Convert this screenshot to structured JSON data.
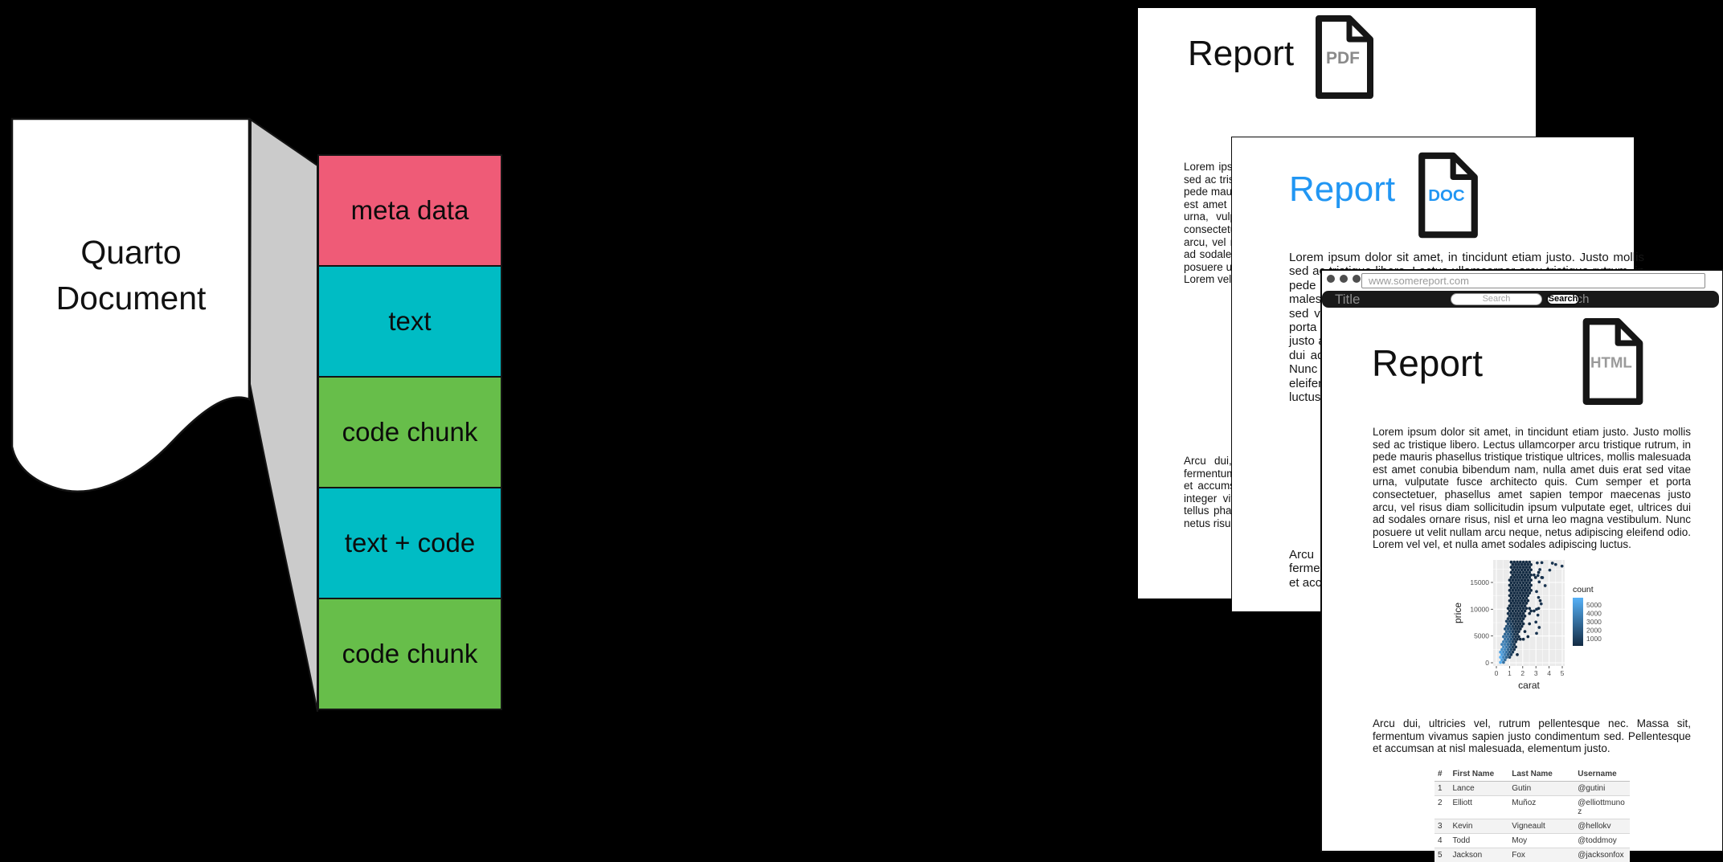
{
  "quarto": {
    "title_line1": "Quarto",
    "title_line2": "Document",
    "connector_color": "#cbcbcb",
    "blocks": [
      {
        "label": "meta data",
        "color": "#EF5B77"
      },
      {
        "label": "text",
        "color": "#00BCC4"
      },
      {
        "label": "code chunk",
        "color": "#67BE4A"
      },
      {
        "label": "text + code",
        "color": "#00BCC4"
      },
      {
        "label": "code chunk",
        "color": "#67BE4A"
      }
    ]
  },
  "pages": {
    "pdf": {
      "title": "Report",
      "badge": "PDF",
      "title_color": "#101010",
      "badge_color": "#8a8a8a"
    },
    "doc": {
      "title": "Report",
      "badge": "DOC",
      "title_color": "#2196F3",
      "badge_color": "#2196F3"
    },
    "html": {
      "title": "Report",
      "badge": "HTML",
      "title_color": "#101010",
      "badge_color": "#9a9a9a"
    }
  },
  "texts": {
    "lorem": "Lorem ipsum dolor sit amet, in tincidunt etiam justo. Justo mollis sed ac tristique libero. Lectus ullamcorper arcu tristique rutrum, in pede mauris phasellus tristique tristique ultrices, mollis malesuada est amet conubia bibendum nam, nulla amet duis erat sed vitae urna, vulputate fusce architecto quis. Cum semper et porta consectetuer, phasellus amet sapien tempor maecenas justo arcu, vel risus diam sollicitudin ipsum vulputate eget, ultrices dui ad sodales ornare risus, nisl et urna leo magna vestibulum. Nunc posuere ut velit nullam arcu neque, netus adipiscing eleifend odio. Lorem vel vel, et nulla amet sodales adipiscing luctus.",
    "arcu": "Arcu dui, ultricies vel, rutrum pellentesque nec. Massa sit, fermentum vivamus sapien justo condimentum sed. Pellentesque et accumsan at nisl malesuada, elementum justo.",
    "arcu_extended": "Arcu dui, ultricies vel, rutrum pellentesque nec. Massa sit, fermentum vivamus sapien justo condimentum sed. Pellentesque et accumsan at nisl malesuada, elementum justo. Feugiat nulla integer vitae donec, nec scelerisque ornare curabitur. Dapibus tellus phasellus amet, fermentum magna tincidunt sed, eget sed netus risus proin."
  },
  "browser": {
    "url": "www.somereport.com",
    "nav_title": "Title",
    "search_placeholder": "Search",
    "search_button_label": "Search",
    "search_ghost": "Search"
  },
  "table": {
    "headers": [
      "#",
      "First Name",
      "Last Name",
      "Username"
    ],
    "rows": [
      [
        "1",
        "Lance",
        "Gutin",
        "@gutini"
      ],
      [
        "2",
        "Elliott",
        "Muñoz",
        "@elliottmunoz"
      ],
      [
        "3",
        "Kevin",
        "Vigneault",
        "@hellokv"
      ],
      [
        "4",
        "Todd",
        "Moy",
        "@toddmoy"
      ],
      [
        "5",
        "Jackson",
        "Fox",
        "@jacksonfox"
      ]
    ]
  },
  "chart_data": {
    "type": "hexbin",
    "title": "",
    "xlabel": "carat",
    "ylabel": "price",
    "x_ticks": [
      0,
      1,
      2,
      3,
      4,
      5
    ],
    "y_ticks": [
      0,
      5000,
      10000,
      15000
    ],
    "xlim": [
      -0.25,
      5.2
    ],
    "ylim": [
      -600,
      19200
    ],
    "grid": true,
    "panel_color": "#EBEBEB",
    "legend": {
      "title": "count",
      "labels": [
        5000,
        4000,
        3000,
        2000,
        1000
      ],
      "color_high": "#56B1F7",
      "color_low": "#132B43",
      "position": "right"
    },
    "carat_min_by_price": [
      [
        -600,
        0.2
      ],
      [
        0,
        0.2
      ],
      [
        1500,
        0.25
      ],
      [
        3000,
        0.35
      ],
      [
        5000,
        0.5
      ],
      [
        7500,
        0.72
      ],
      [
        10000,
        0.9
      ],
      [
        13000,
        1.0
      ],
      [
        19200,
        1.05
      ]
    ],
    "carat_max_by_price": [
      [
        -600,
        0.45
      ],
      [
        300,
        0.75
      ],
      [
        1000,
        1.05
      ],
      [
        2500,
        1.45
      ],
      [
        5000,
        1.75
      ],
      [
        7500,
        2.1
      ],
      [
        10000,
        2.35
      ],
      [
        12500,
        2.5
      ],
      [
        15000,
        2.65
      ],
      [
        19200,
        2.75
      ]
    ],
    "count_hotspots": [
      {
        "carat": 0.3,
        "price": 700,
        "count": 5200,
        "carat_sigma": 0.13,
        "price_sigma": 1400
      },
      {
        "carat": 0.5,
        "price": 2200,
        "count": 1600,
        "carat_sigma": 0.25,
        "price_sigma": 2200
      },
      {
        "carat": 0.8,
        "price": 4200,
        "count": 600,
        "carat_sigma": 0.35,
        "price_sigma": 2800
      }
    ],
    "outliers": [
      [
        3.1,
        18650
      ],
      [
        3.45,
        18700
      ],
      [
        4.25,
        18600
      ],
      [
        4.5,
        18350
      ],
      [
        4.98,
        18050
      ],
      [
        3.3,
        17400
      ],
      [
        4.05,
        17300
      ],
      [
        3.15,
        16300
      ],
      [
        3.5,
        15900
      ],
      [
        3.25,
        15100
      ],
      [
        3.7,
        14400
      ],
      [
        3.05,
        13300
      ],
      [
        3.2,
        12200
      ],
      [
        3.4,
        11000
      ],
      [
        3.05,
        10000
      ],
      [
        3.15,
        8900
      ],
      [
        3.0,
        7600
      ],
      [
        3.25,
        6600
      ],
      [
        3.05,
        5500
      ]
    ]
  }
}
